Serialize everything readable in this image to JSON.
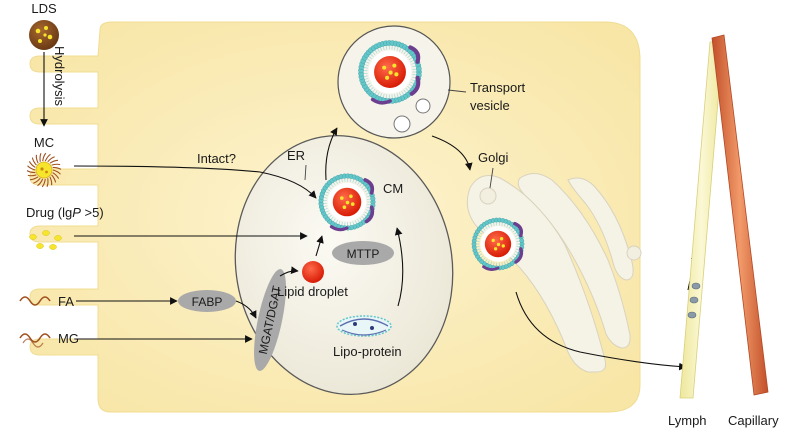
{
  "labels": {
    "lds": "LDS",
    "hydrolysis": "Hydrolysis",
    "mc": "MC",
    "intact": "Intact?",
    "drug_prefix": "Drug (lg",
    "drug_p": "P",
    "drug_suffix": " >5)",
    "fa": "FA",
    "mg": "MG",
    "fabp": "FABP",
    "mgat_dgat": "MGAT/DGAT",
    "er": "ER",
    "cm": "CM",
    "mttp": "MTTP",
    "lipid_droplet": "Lipid droplet",
    "lipoprotein": "Lipo-protein",
    "transport_line1": "Transport",
    "transport_line2": "vesicle",
    "golgi": "Golgi",
    "lymph": "Lymph",
    "capillary": "Capillary"
  },
  "colors": {
    "cell": "#fbedb6",
    "cell_edge": "#efd98a",
    "er": "#f4f1e6",
    "lipid_core": "#e82a12",
    "phospholipid": "#63c6c9",
    "protein": "#6b3e8f",
    "yellow_drug": "#f6e52c",
    "pill": "#a9a9a9",
    "lymph": "#f6f1b4",
    "capillary": "#e87a4a",
    "lipid_tail": "#a0501e"
  }
}
